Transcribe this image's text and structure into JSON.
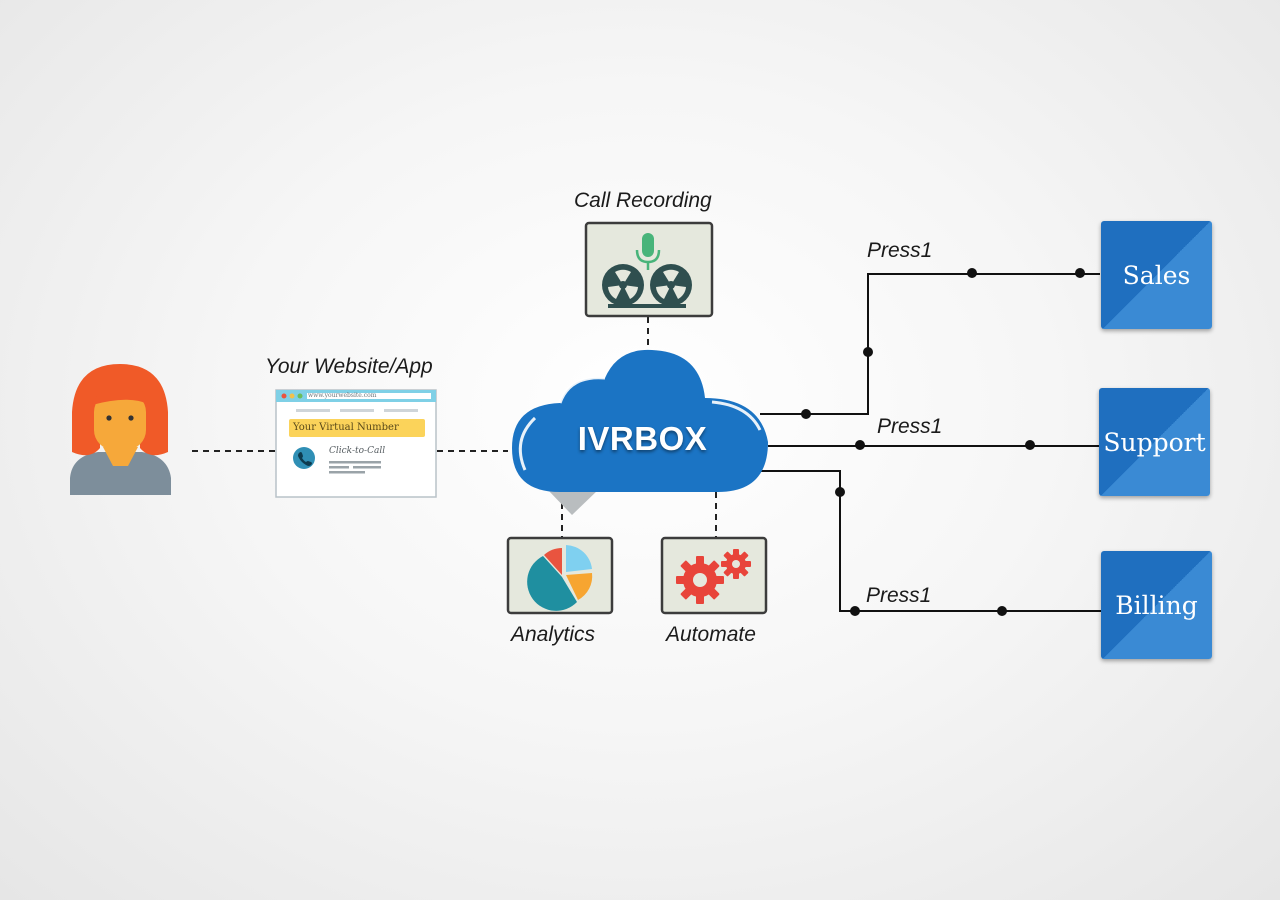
{
  "labels": {
    "call_recording": "Call Recording",
    "website_app": "Your Website/App",
    "analytics": "Analytics",
    "automate": "Automate",
    "press_sales": "Press1",
    "press_support": "Press1",
    "press_billing": "Press1"
  },
  "cloud": {
    "title": "IVRBOX"
  },
  "website": {
    "url": "www.yourwebsite.com",
    "virtual_number": "Your Virtual Number",
    "click_to_call": "Click-to-Call"
  },
  "departments": {
    "sales": "Sales",
    "support": "Support",
    "billing": "Billing"
  },
  "colors": {
    "cloud_blue": "#1b74c4",
    "dept_blue": "#1f6fbf",
    "avatar_hair": "#f05a28",
    "avatar_skin": "#f6a83a",
    "avatar_body": "#7d8e9b",
    "number_bar": "#fbd35a",
    "mic_green": "#48b47a",
    "gear_red": "#e8443a"
  },
  "icons": {
    "person": "person-avatar-icon",
    "recording": "tape-reel-microphone-icon",
    "analytics": "pie-chart-icon",
    "automate": "gears-icon",
    "phone": "phone-icon"
  }
}
